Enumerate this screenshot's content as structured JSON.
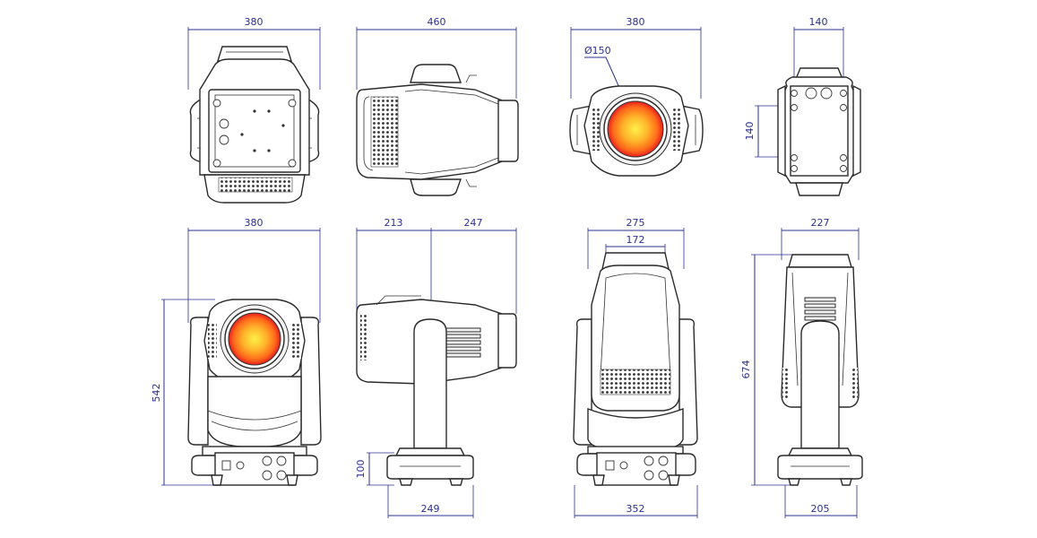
{
  "dimensions": {
    "top_view_width": "380",
    "side_view_length": "460",
    "front_view_width": "380",
    "lens_diameter": "Ø150",
    "rear_view_width": "140",
    "rear_mount_height": "140",
    "front_upright_width": "380",
    "front_upright_height": "542",
    "side_upright_front": "213",
    "side_upright_back": "247",
    "side_upright_base_height": "100",
    "side_upright_base_width": "249",
    "back_upright_width": "275",
    "back_upright_inner_width": "172",
    "back_upright_base_width": "352",
    "side2_upright_width": "227",
    "side2_upright_height": "674",
    "side2_upright_base_width": "205"
  },
  "colors": {
    "dimension_line": "#2b2f8f",
    "lens_center": "#fff04a",
    "lens_mid": "#ff8a1e",
    "lens_edge": "#e81e1e",
    "outline": "#2a2a2a"
  }
}
